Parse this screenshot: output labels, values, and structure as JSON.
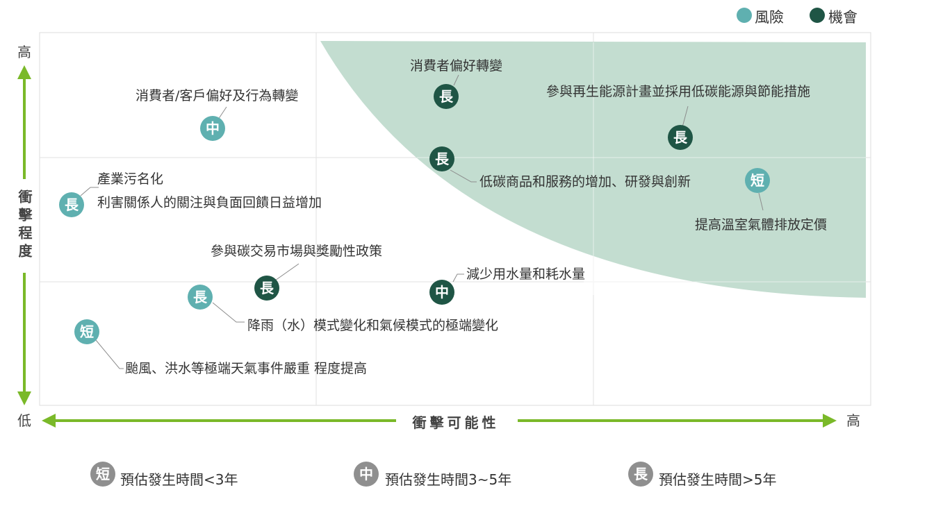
{
  "legend": {
    "risk_label": "風險",
    "opportunity_label": "機會",
    "risk_color": "#5fb0b0",
    "opportunity_color": "#1f5545"
  },
  "axes": {
    "y_label": "衝擊程度",
    "x_label": "衝擊可能性",
    "y_high": "高",
    "low": "低",
    "x_high": "高",
    "arrow_color": "#7ab929"
  },
  "opportunity_zone_color": "#c3ddd0",
  "items": [
    {
      "type": "risk",
      "term": "中",
      "label": "消費者/客戶偏好及行為轉變"
    },
    {
      "type": "risk",
      "term": "長",
      "label": "產業污名化"
    },
    {
      "type": "risk",
      "term": "長",
      "label": "利害關係人的關注與負面回饋日益增加"
    },
    {
      "type": "risk",
      "term": "長",
      "label": "降雨（水）模式變化和氣候模式的極端變化"
    },
    {
      "type": "risk",
      "term": "短",
      "label": "颱風、洪水等極端天氣事件嚴重 程度提高"
    },
    {
      "type": "risk",
      "term": "短",
      "label": "提高溫室氣體排放定價"
    },
    {
      "type": "opportunity",
      "term": "長",
      "label": "消費者偏好轉變"
    },
    {
      "type": "opportunity",
      "term": "長",
      "label": "參與再生能源計畫並採用低碳能源與節能措施"
    },
    {
      "type": "opportunity",
      "term": "長",
      "label": "低碳商品和服務的增加、研發與創新"
    },
    {
      "type": "opportunity",
      "term": "長",
      "label": "參與碳交易市場與獎勵性政策"
    },
    {
      "type": "opportunity",
      "term": "中",
      "label": "減少用水量和耗水量"
    }
  ],
  "time_legend": [
    {
      "term": "短",
      "label": "預估發生時間<3年"
    },
    {
      "term": "中",
      "label": "預估發生時間3~5年"
    },
    {
      "term": "長",
      "label": "預估發生時間>5年"
    }
  ],
  "time_legend_color": "#8f8f8f"
}
